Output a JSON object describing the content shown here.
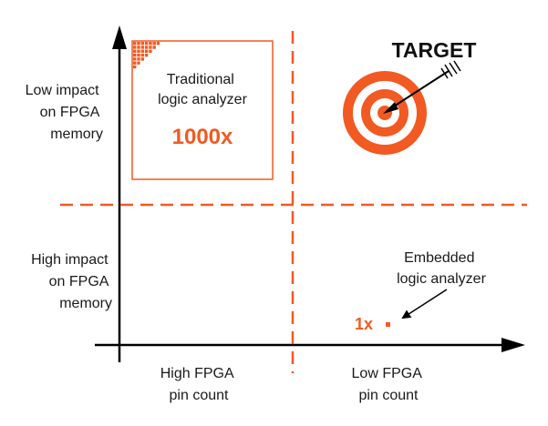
{
  "colors": {
    "accent": "#f15a22",
    "text": "#1a1a1a",
    "axis": "#000000",
    "background": "#ffffff"
  },
  "y_axis_labels": {
    "top": [
      "Low impact",
      "on FPGA",
      "memory"
    ],
    "bottom": [
      "High impact",
      "on FPGA",
      "memory"
    ]
  },
  "x_axis_labels": {
    "left": [
      "High FPGA",
      "pin count"
    ],
    "right": [
      "Low FPGA",
      "pin count"
    ]
  },
  "traditional": {
    "label": [
      "Traditional",
      "logic analyzer"
    ],
    "factor": "1000x"
  },
  "embedded": {
    "label": [
      "Embedded",
      "logic analyzer"
    ],
    "factor": "1x"
  },
  "target": {
    "label": "TARGET",
    "icon": "target-icon"
  }
}
